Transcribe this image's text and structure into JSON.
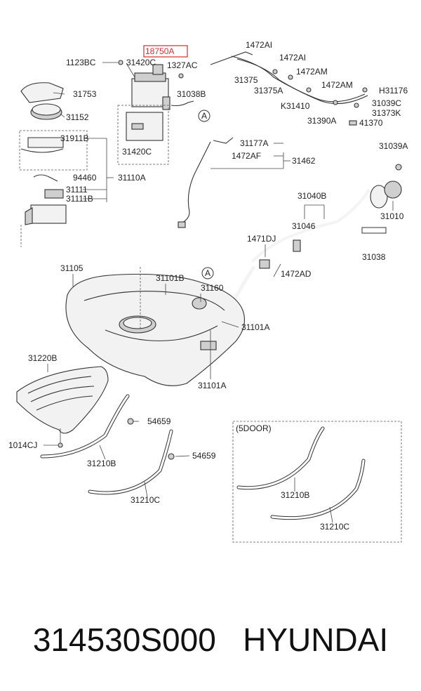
{
  "highlight_color": "#d03030",
  "labels": {
    "p18750A": "18750A",
    "p1123BC": "1123BC",
    "p31420C_a": "31420C",
    "p1327AC": "1327AC",
    "p31753": "31753",
    "p31038B": "31038B",
    "p31152": "31152",
    "callout_a1": "A",
    "p31911B": "31911B",
    "p31420C_b": "31420C",
    "p94460": "94460",
    "p31110A": "31110A",
    "p31111": "31111",
    "p31111B": "31111B",
    "p1472AI_a": "1472AI",
    "p1472AI_b": "1472AI",
    "p1472AM_a": "1472AM",
    "p31375": "31375",
    "p31375A": "31375A",
    "p1472AM_b": "1472AM",
    "pH31176": "H31176",
    "pK31410": "K31410",
    "p31039C": "31039C",
    "p31373K": "31373K",
    "p31390A": "31390A",
    "p41370": "41370",
    "p31177A": "31177A",
    "p1472AF": "1472AF",
    "p31462": "31462",
    "p31039A": "31039A",
    "p31040B": "31040B",
    "p31010": "31010",
    "p31046": "31046",
    "p1471DJ": "1471DJ",
    "p31038": "31038",
    "p1472AD": "1472AD",
    "p31105": "31105",
    "p31101B": "31101B",
    "callout_a2": "A",
    "p31160": "31160",
    "p31101A_a": "31101A",
    "p31101A_b": "31101A",
    "p31220B": "31220B",
    "p54659_a": "54659",
    "p54659_b": "54659",
    "p1014CJ": "1014CJ",
    "p31210B_a": "31210B",
    "p31210C_a": "31210C",
    "door_box": "(5DOOR)",
    "p31210B_b": "31210B",
    "p31210C_b": "31210C"
  },
  "caption": {
    "part_number": "314530S000",
    "brand": "HYUNDAI"
  }
}
